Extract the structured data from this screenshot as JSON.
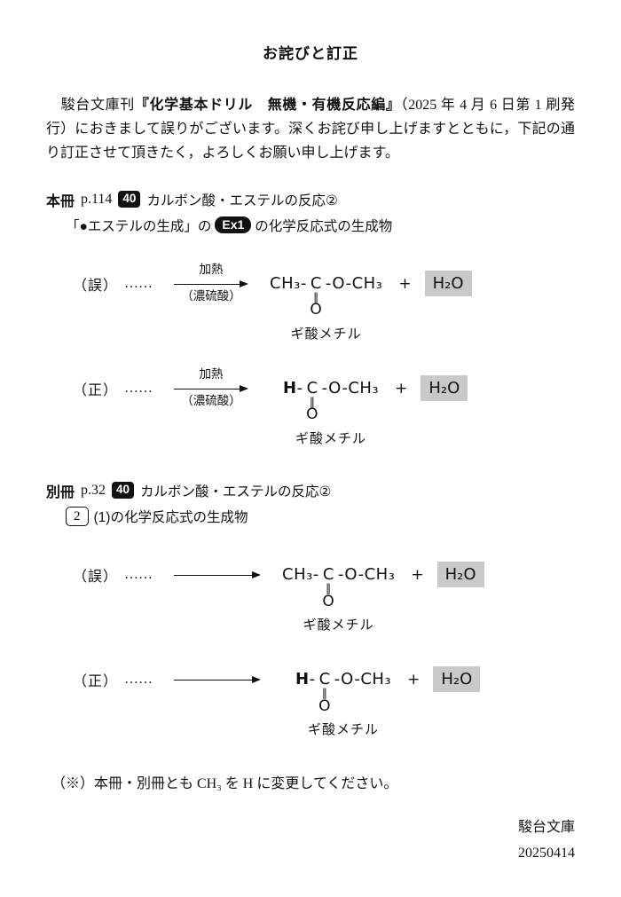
{
  "doc": {
    "title": "お詫びと訂正",
    "intro_pre": "　駿台文庫刊",
    "intro_book": "『化学基本ドリル　無機・有機反応編』",
    "intro_post": "（2025 年 4 月 6 日第 1 刷発行）におきまして誤りがございます。深くお詫び申し上げますとともに，下記の通り訂正させて頂きたく，よろしくお願い申し上げます。",
    "note": "（※）本冊・別冊とも CH₃ を H に変更してください。",
    "publisher": "駿台文庫",
    "date": "20250414"
  },
  "colors": {
    "highlight_gray": "#c9c9c9",
    "badge_black": "#111111"
  },
  "sections": [
    {
      "book": "本冊",
      "page": "p.114",
      "num_badge": "40",
      "title": "カルボン酸・エステルの反応②",
      "sub_pre": "「●エステルの生成」の",
      "sub_badge": "Ex1",
      "sub_post": "の化学反応式の生成物"
    },
    {
      "book": "別冊",
      "page": "p.32",
      "num_badge": "40",
      "title": "カルボン酸・エステルの反応②",
      "sub_box": "2",
      "sub_post": "(1)の化学反応式の生成物"
    }
  ],
  "equations": [
    {
      "label": "（誤）",
      "dots": "……",
      "arrow_top": "加熱",
      "arrow_bottom": "（濃硫酸）",
      "f_pre": "",
      "f_left": "CH₃-",
      "f_c": "C",
      "bond": "‖",
      "oxygen": "O",
      "f_right": "-O-CH₃",
      "plus": "+",
      "product": "H₂O",
      "caption": "ギ酸メチル"
    },
    {
      "label": "（正）",
      "dots": "……",
      "arrow_top": "加熱",
      "arrow_bottom": "（濃硫酸）",
      "f_pre": "H",
      "f_left": "-",
      "f_c": "C",
      "bond": "‖",
      "oxygen": "O",
      "f_right": "-O-CH₃",
      "plus": "+",
      "product": "H₂O",
      "caption": "ギ酸メチル"
    },
    {
      "label": "（誤）",
      "dots": "……",
      "arrow_top": "",
      "arrow_bottom": "",
      "f_pre": "",
      "f_left": "CH₃-",
      "f_c": "C",
      "bond": "‖",
      "oxygen": "O",
      "f_right": "-O-CH₃",
      "plus": "+",
      "product": "H₂O",
      "caption": "ギ酸メチル"
    },
    {
      "label": "（正）",
      "dots": "……",
      "arrow_top": "",
      "arrow_bottom": "",
      "f_pre": "H",
      "f_left": "-",
      "f_c": "C",
      "bond": "‖",
      "oxygen": "O",
      "f_right": "-O-CH₃",
      "plus": "+",
      "product": "H₂O",
      "caption": "ギ酸メチル"
    }
  ]
}
